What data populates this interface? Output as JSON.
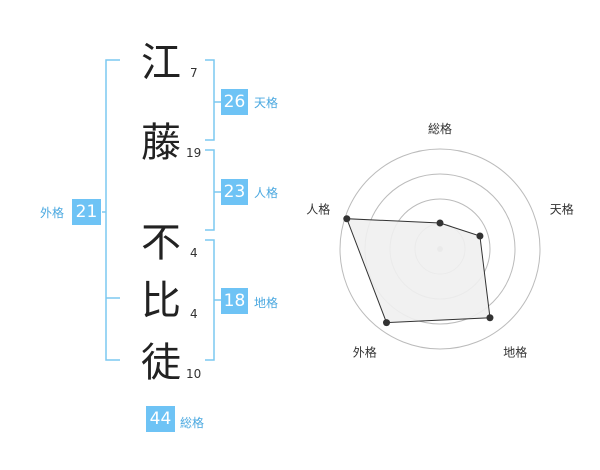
{
  "name": {
    "chars": [
      {
        "char": "江",
        "strokes": "7"
      },
      {
        "char": "藤",
        "strokes": "19"
      },
      {
        "char": "不",
        "strokes": "4"
      },
      {
        "char": "比",
        "strokes": "4"
      },
      {
        "char": "徒",
        "strokes": "10"
      }
    ]
  },
  "fortune": {
    "tenkaku": {
      "value": "26",
      "label": "天格"
    },
    "jinkaku": {
      "value": "23",
      "label": "人格"
    },
    "chikaku": {
      "value": "18",
      "label": "地格"
    },
    "gaikaku": {
      "value": "21",
      "label": "外格"
    },
    "soukaku": {
      "value": "44",
      "label": "総格"
    }
  },
  "radar": {
    "axes": [
      "総格",
      "天格",
      "地格",
      "外格",
      "人格"
    ],
    "values": [
      0.26,
      0.42,
      0.85,
      0.91,
      0.98
    ],
    "colors": {
      "ring": "#bbbbbb",
      "fill": "#efefef",
      "stroke": "#333333",
      "point": "#333333",
      "center": "#bbbbbb"
    }
  },
  "colors": {
    "accent": "#6ec3f5",
    "bracket": "#7cc8f0",
    "label": "#4aa8e0"
  }
}
